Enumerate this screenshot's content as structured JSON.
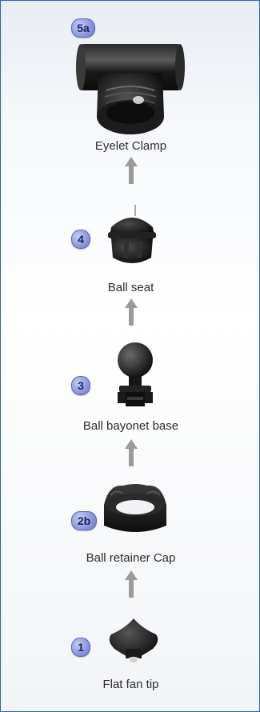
{
  "parts": [
    {
      "badge": "5a",
      "label": "Eyelet Clamp",
      "icon": "eyelet-clamp"
    },
    {
      "badge": "4",
      "label": "Ball seat",
      "icon": "ball-seat"
    },
    {
      "badge": "3",
      "label": "Ball bayonet base",
      "icon": "ball-bayonet-base"
    },
    {
      "badge": "2b",
      "label": "Ball retainer Cap",
      "icon": "ball-retainer-cap"
    },
    {
      "badge": "1",
      "label": "Flat fan tip",
      "icon": "flat-fan-tip"
    }
  ],
  "colors": {
    "frame_border": "#2a66b3",
    "badge_fill": "#8f99e0",
    "arrow": "#9a9a9a",
    "part_dark": "#1a1a1a"
  }
}
